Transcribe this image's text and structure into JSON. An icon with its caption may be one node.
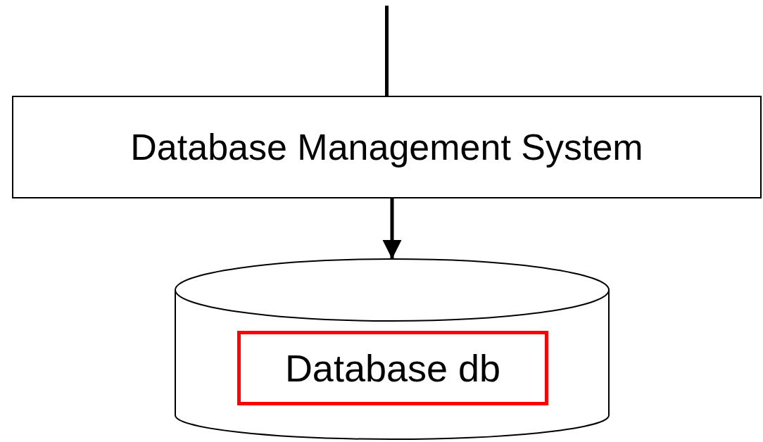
{
  "diagram": {
    "nodes": [
      {
        "text": [
          "Database Management System"
        ]
      },
      {
        "text": [],
        "shape": "cylinder"
      },
      {
        "text": [
          "Database db"
        ],
        "in": 1
      }
    ],
    "edges": [
      {
        "from": null,
        "to": 0,
        "arrow": "none"
      },
      {
        "from": 0,
        "to": 1,
        "arrow": "to"
      }
    ]
  }
}
